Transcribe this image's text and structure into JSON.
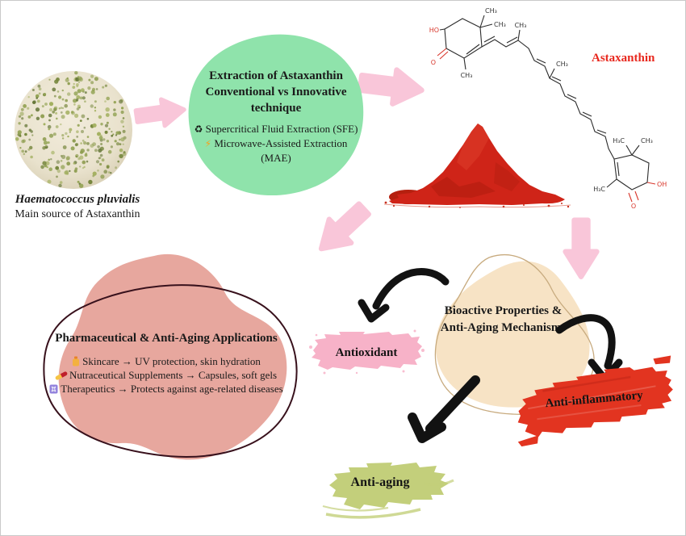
{
  "source": {
    "name": "Haematococcus pluvialis",
    "caption": "Main source of Astaxanthin"
  },
  "extraction": {
    "title": "Extraction of Astaxanthin",
    "subtitle": "Conventional vs Innovative technique",
    "methods": [
      {
        "icon": "recycle-icon",
        "glyph": "♻",
        "label": "Supercritical Fluid Extraction (SFE)"
      },
      {
        "icon": "lightning-icon",
        "glyph": "⚡",
        "label": "Microwave-Assisted Extraction"
      }
    ],
    "method2_abbrev": "(MAE)"
  },
  "compound": {
    "name": "Astaxanthin",
    "labels": {
      "ho": "HO",
      "o": "O",
      "oh": "OH",
      "ch3": "CH₃",
      "h3c": "H₃C"
    }
  },
  "applications": {
    "title": "Pharmaceutical & Anti-Aging Applications",
    "items": [
      {
        "icon": "lotion-bottle-icon",
        "label": "Skincare → UV protection, skin hydration"
      },
      {
        "icon": "pill-icon",
        "label": "Nutraceutical Supplements → Capsules, soft gels"
      },
      {
        "icon": "dna-icon",
        "label": "Therapeutics → Protects against age-related diseases"
      }
    ]
  },
  "bioactive": {
    "title": "Bioactive Properties &",
    "subtitle": "Anti-Aging Mechanisms",
    "properties": [
      {
        "label": "Antioxidant",
        "swatch": "#f7b2c8"
      },
      {
        "label": "Anti-inflammatory",
        "swatch": "#e23420"
      },
      {
        "label": "Anti-aging",
        "swatch": "#c3cf7b"
      }
    ]
  },
  "colors": {
    "extraction_blob": "#8fe3ab",
    "applications_blob": "#e7a79e",
    "applications_outline": "#38111c",
    "bioactive_blob": "#f7e3c5",
    "flow_arrow": "#f9c6d9",
    "compound_name": "#e8281e",
    "black_arrow": "#121212"
  }
}
